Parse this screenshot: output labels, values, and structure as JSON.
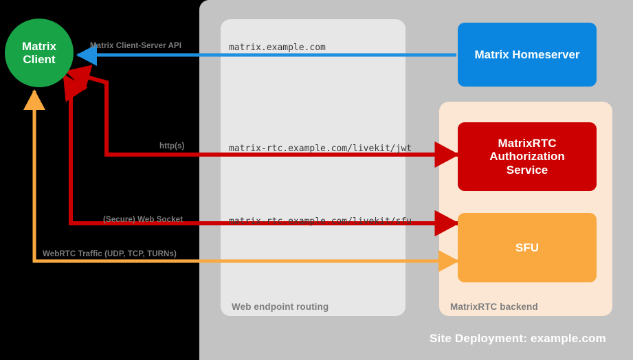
{
  "diagram": {
    "title": "Site Deployment: example.com",
    "colors": {
      "site_panel": "#c3c3c3",
      "web_routing_panel": "#e7e7e7",
      "rtc_backend_panel": "#fce7d4",
      "client_green": "#18a347",
      "homeserver_blue": "#0b86e0",
      "auth_red": "#cc0000",
      "sfu_orange": "#f9a93f",
      "arrow_blue": "#1f90e0",
      "arrow_red": "#cc0000",
      "arrow_orange": "#f9a93f",
      "label_gray": "#7d7d7d"
    }
  },
  "panels": {
    "site_deployment": {
      "label": "Site Deployment: example.com"
    },
    "web_routing": {
      "label": "Web endpoint routing"
    },
    "rtc_backend": {
      "label": "MatrixRTC backend"
    }
  },
  "nodes": {
    "client": {
      "line1": "Matrix",
      "line2": "Client"
    },
    "homeserver": {
      "label": "Matrix Homeserver"
    },
    "auth_service": {
      "line1": "MatrixRTC",
      "line2": "Authorization",
      "line3": "Service"
    },
    "sfu": {
      "label": "SFU"
    }
  },
  "edges": [
    {
      "id": "client-server-api",
      "protocol_label": "Matrix Client-Server API",
      "url_label": "matrix.example.com",
      "color": "#1f90e0",
      "direction": "to-client"
    },
    {
      "id": "authorization-jwt",
      "protocol_label": "http(s)",
      "url_label": "matrix-rtc.example.com/livekit/jwt",
      "color": "#cc0000",
      "direction": "bidirectional"
    },
    {
      "id": "sfu-websocket",
      "protocol_label": "(Secure) Web Socket",
      "url_label": "matrix-rtc.example.com/livekit/sfu",
      "color": "#cc0000",
      "direction": "bidirectional"
    },
    {
      "id": "webrtc-media",
      "protocol_label": "WebRTC Traffic (UDP, TCP, TURNs)",
      "url_label": "",
      "color": "#f9a93f",
      "direction": "bidirectional"
    }
  ]
}
